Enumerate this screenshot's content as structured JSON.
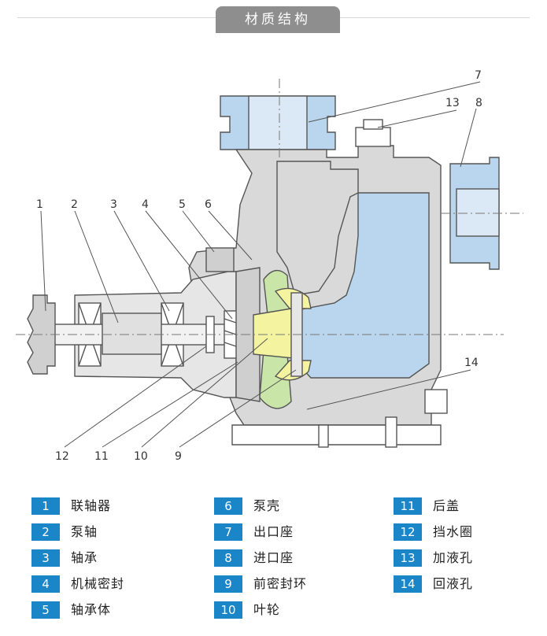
{
  "title": "材质结构",
  "colors": {
    "accent": "#1a85c7",
    "fluid": "#b9d6ee",
    "casing": "#d7d7d7",
    "impeller": "#f4f4a0",
    "impeller_green": "#c9e6a8"
  },
  "callouts": [
    "1",
    "2",
    "3",
    "4",
    "5",
    "6",
    "7",
    "8",
    "9",
    "10",
    "11",
    "12",
    "13",
    "14"
  ],
  "legend": [
    {
      "num": "1",
      "label": "联轴器"
    },
    {
      "num": "2",
      "label": "泵轴"
    },
    {
      "num": "3",
      "label": "轴承"
    },
    {
      "num": "4",
      "label": "机械密封"
    },
    {
      "num": "5",
      "label": "轴承体"
    },
    {
      "num": "6",
      "label": "泵壳"
    },
    {
      "num": "7",
      "label": "出口座"
    },
    {
      "num": "8",
      "label": "进口座"
    },
    {
      "num": "9",
      "label": "前密封环"
    },
    {
      "num": "10",
      "label": "叶轮"
    },
    {
      "num": "11",
      "label": "后盖"
    },
    {
      "num": "12",
      "label": "挡水圈"
    },
    {
      "num": "13",
      "label": "加液孔"
    },
    {
      "num": "14",
      "label": "回液孔"
    }
  ]
}
